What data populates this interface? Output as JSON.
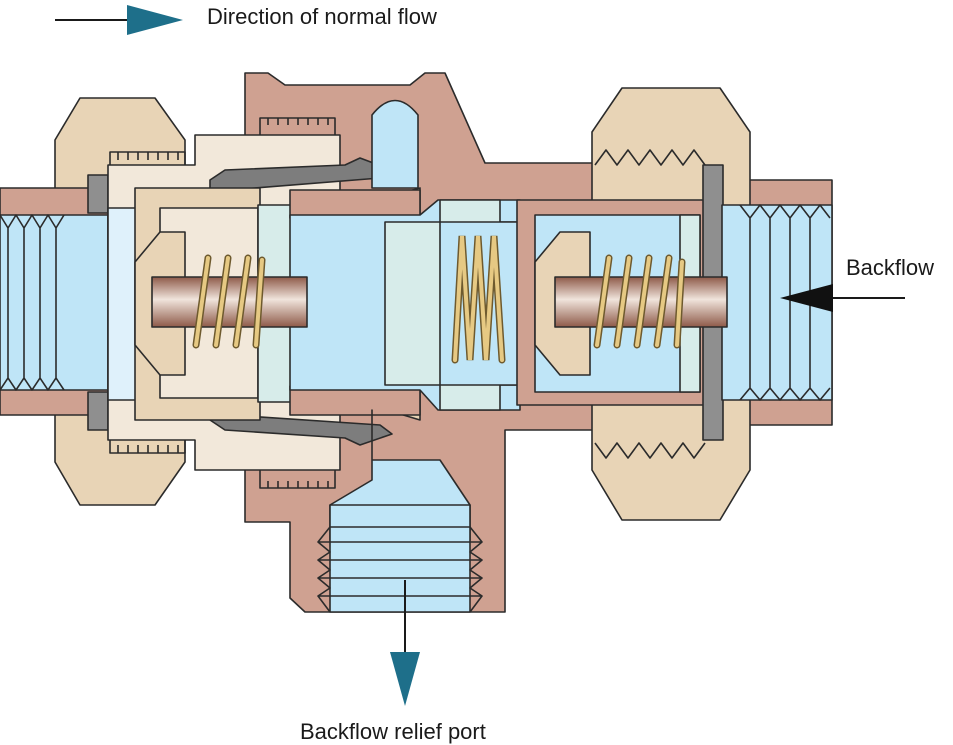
{
  "legend": {
    "direction_label": "Direction of normal flow"
  },
  "labels": {
    "backflow": "Backflow",
    "relief_port": "Backflow relief port"
  },
  "colors": {
    "housing": "#cfa191",
    "fitting_tan": "#e8d4b6",
    "cream": "#f2e8da",
    "fluid_blue": "#bfe5f7",
    "fluid_light": "#dff1fb",
    "cage_mint": "#d7ecea",
    "spring_gold": "#d8b86c",
    "stem_copper": "#b37a66",
    "gasket_gray": "#8f8f8f",
    "arrow_teal": "#1e6f8a"
  }
}
